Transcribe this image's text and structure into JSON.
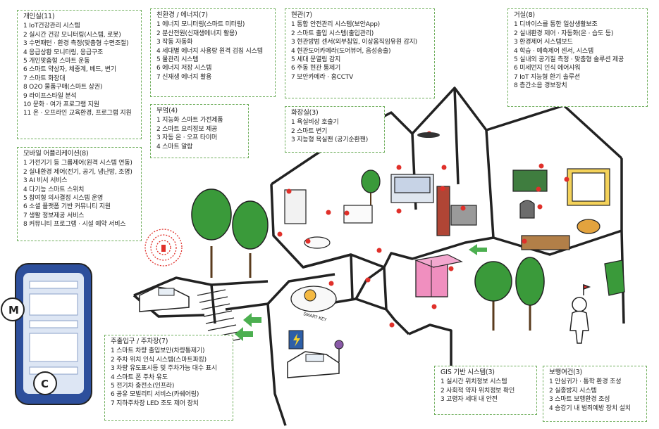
{
  "panels": {
    "private_room": {
      "title": "개인실(11)",
      "items": [
        "1 IoT건강관리 시스템",
        "2 실시간 건강 모니터링(시스템, 로봇)",
        "3 수면패턴 · 환경 측정(맞춤형 수면조절)",
        "4 응급상황 모니터링, 응급구조",
        "5 개인맞춤형 스마트 운동",
        "6 스마트 약상자, 체중계, 베드, 변기",
        "7 스마트 화장대",
        "8 O2O 물품구매(스마트 상권)",
        "9 라이프스타일 분석",
        "10 문화 · 여가 프로그램 지원",
        "11 온 · 오프라인 교육환경, 프로그램 지원"
      ]
    },
    "mobile_app": {
      "title": "모바일 어플리케이션(8)",
      "items": [
        "1 가전기기 등 그룹제어(원격 시스템 연동)",
        "2 실내환경 제어(전기, 공기, 냉난방, 조명)",
        "3 AI 비서 서비스",
        "4 다기능 스마트 스위치",
        "5 참여형 의사결정 시스템 운영",
        "6 소셜 플랫폼 기반 커뮤니티 지원",
        "7 생활 정보제공 서비스",
        "8 커뮤니티 프로그램 · 시설 예약 서비스"
      ]
    },
    "eco_energy": {
      "title": "친환경 / 에너지(7)",
      "items": [
        "1 에너지 모니터링(스마트 미터링)",
        "2 분산전원(신재생에너지 활용)",
        "3 작동 자동화",
        "4 세대별 에너지 사용량 원격 검침 시스템",
        "5 물관리 시스템",
        "6 에너지 저장 시스템",
        "7 신재생 에너지 활용"
      ]
    },
    "kitchen": {
      "title": "부엌(4)",
      "items": [
        "1 지능화 스마트 가전제품",
        "2 스마트 요리정보 제공",
        "3 자동 온 · 오프 타이머",
        "4 스마트 알람"
      ]
    },
    "entrance": {
      "title": "현관(7)",
      "items": [
        "1 통합 안전관리 시스템(보안App)",
        "2 스마트 출입 시스템(출입관리)",
        "3 현관방범 센서(외부침입, 이상움직임유원 감지)",
        "4 현관도어카메라(도어뷰어, 음성송출)",
        "5 세대 문열림 감지",
        "6 주동 현관 통제기",
        "7 보안카메라 · 홈CCTV"
      ]
    },
    "bathroom": {
      "title": "화장실(3)",
      "items": [
        "1 욕실비상 호출기",
        "2 스마트 변기",
        "3 지능형 욕실팬 (공기순환팬)"
      ]
    },
    "living_room": {
      "title": "거실(8)",
      "items": [
        "1 디바이스를 통한 일상생활보조",
        "2 실내환경 제어 · 자동화(온 · 습도 등)",
        "3 환경제어 시스템보드",
        "4 학습 · 예측제어 센서, 시스템",
        "5 실내외 공기질 측정 · 맞춤형 솔루션 제공",
        "6 미세먼지 인식 에어샤워",
        "7 IoT 지능형 환기 솔루션",
        "8 층간소음 경보장치"
      ]
    },
    "parking": {
      "title": "주출입구 / 주차장(7)",
      "items": [
        "1 스마트 차량 출입보안(차량통제기)",
        "2 주차 위치 인식 시스템(스마트파킹)",
        "3 차량 유도표시등 및 주차가능 대수 표시",
        "4 스마트 폰 주차 유도",
        "5 전기차 충전소(인프라)",
        "6 공유 모빌리티 서비스(카쉐어링)",
        "7 지하주차장 LED 조도 제어 장치"
      ]
    },
    "gis": {
      "title": "GIS 기반 시스템(3)",
      "items": [
        "1 실시간 위치정보 시스템",
        "2 사회적 약자 위치정보 확인",
        "3 고령자 세대 내 안전"
      ]
    },
    "pedestrian": {
      "title": "보행여건(3)",
      "items": [
        "1 안심귀가 · 통학 환경 조성",
        "2 실종방지 시스템",
        "3 스마트 보행환경 조성",
        "4 승강기 내 범죄예방 장치 설치"
      ]
    }
  },
  "illustration": {
    "door_sign_text": "SMART KEY",
    "car_sign_icon": "charging-bolt-icon",
    "app_letters": [
      "M",
      "C"
    ],
    "accent_red": "#e0302a",
    "tree_green": "#3a9a3a",
    "panel_border": "#6fae5c"
  }
}
